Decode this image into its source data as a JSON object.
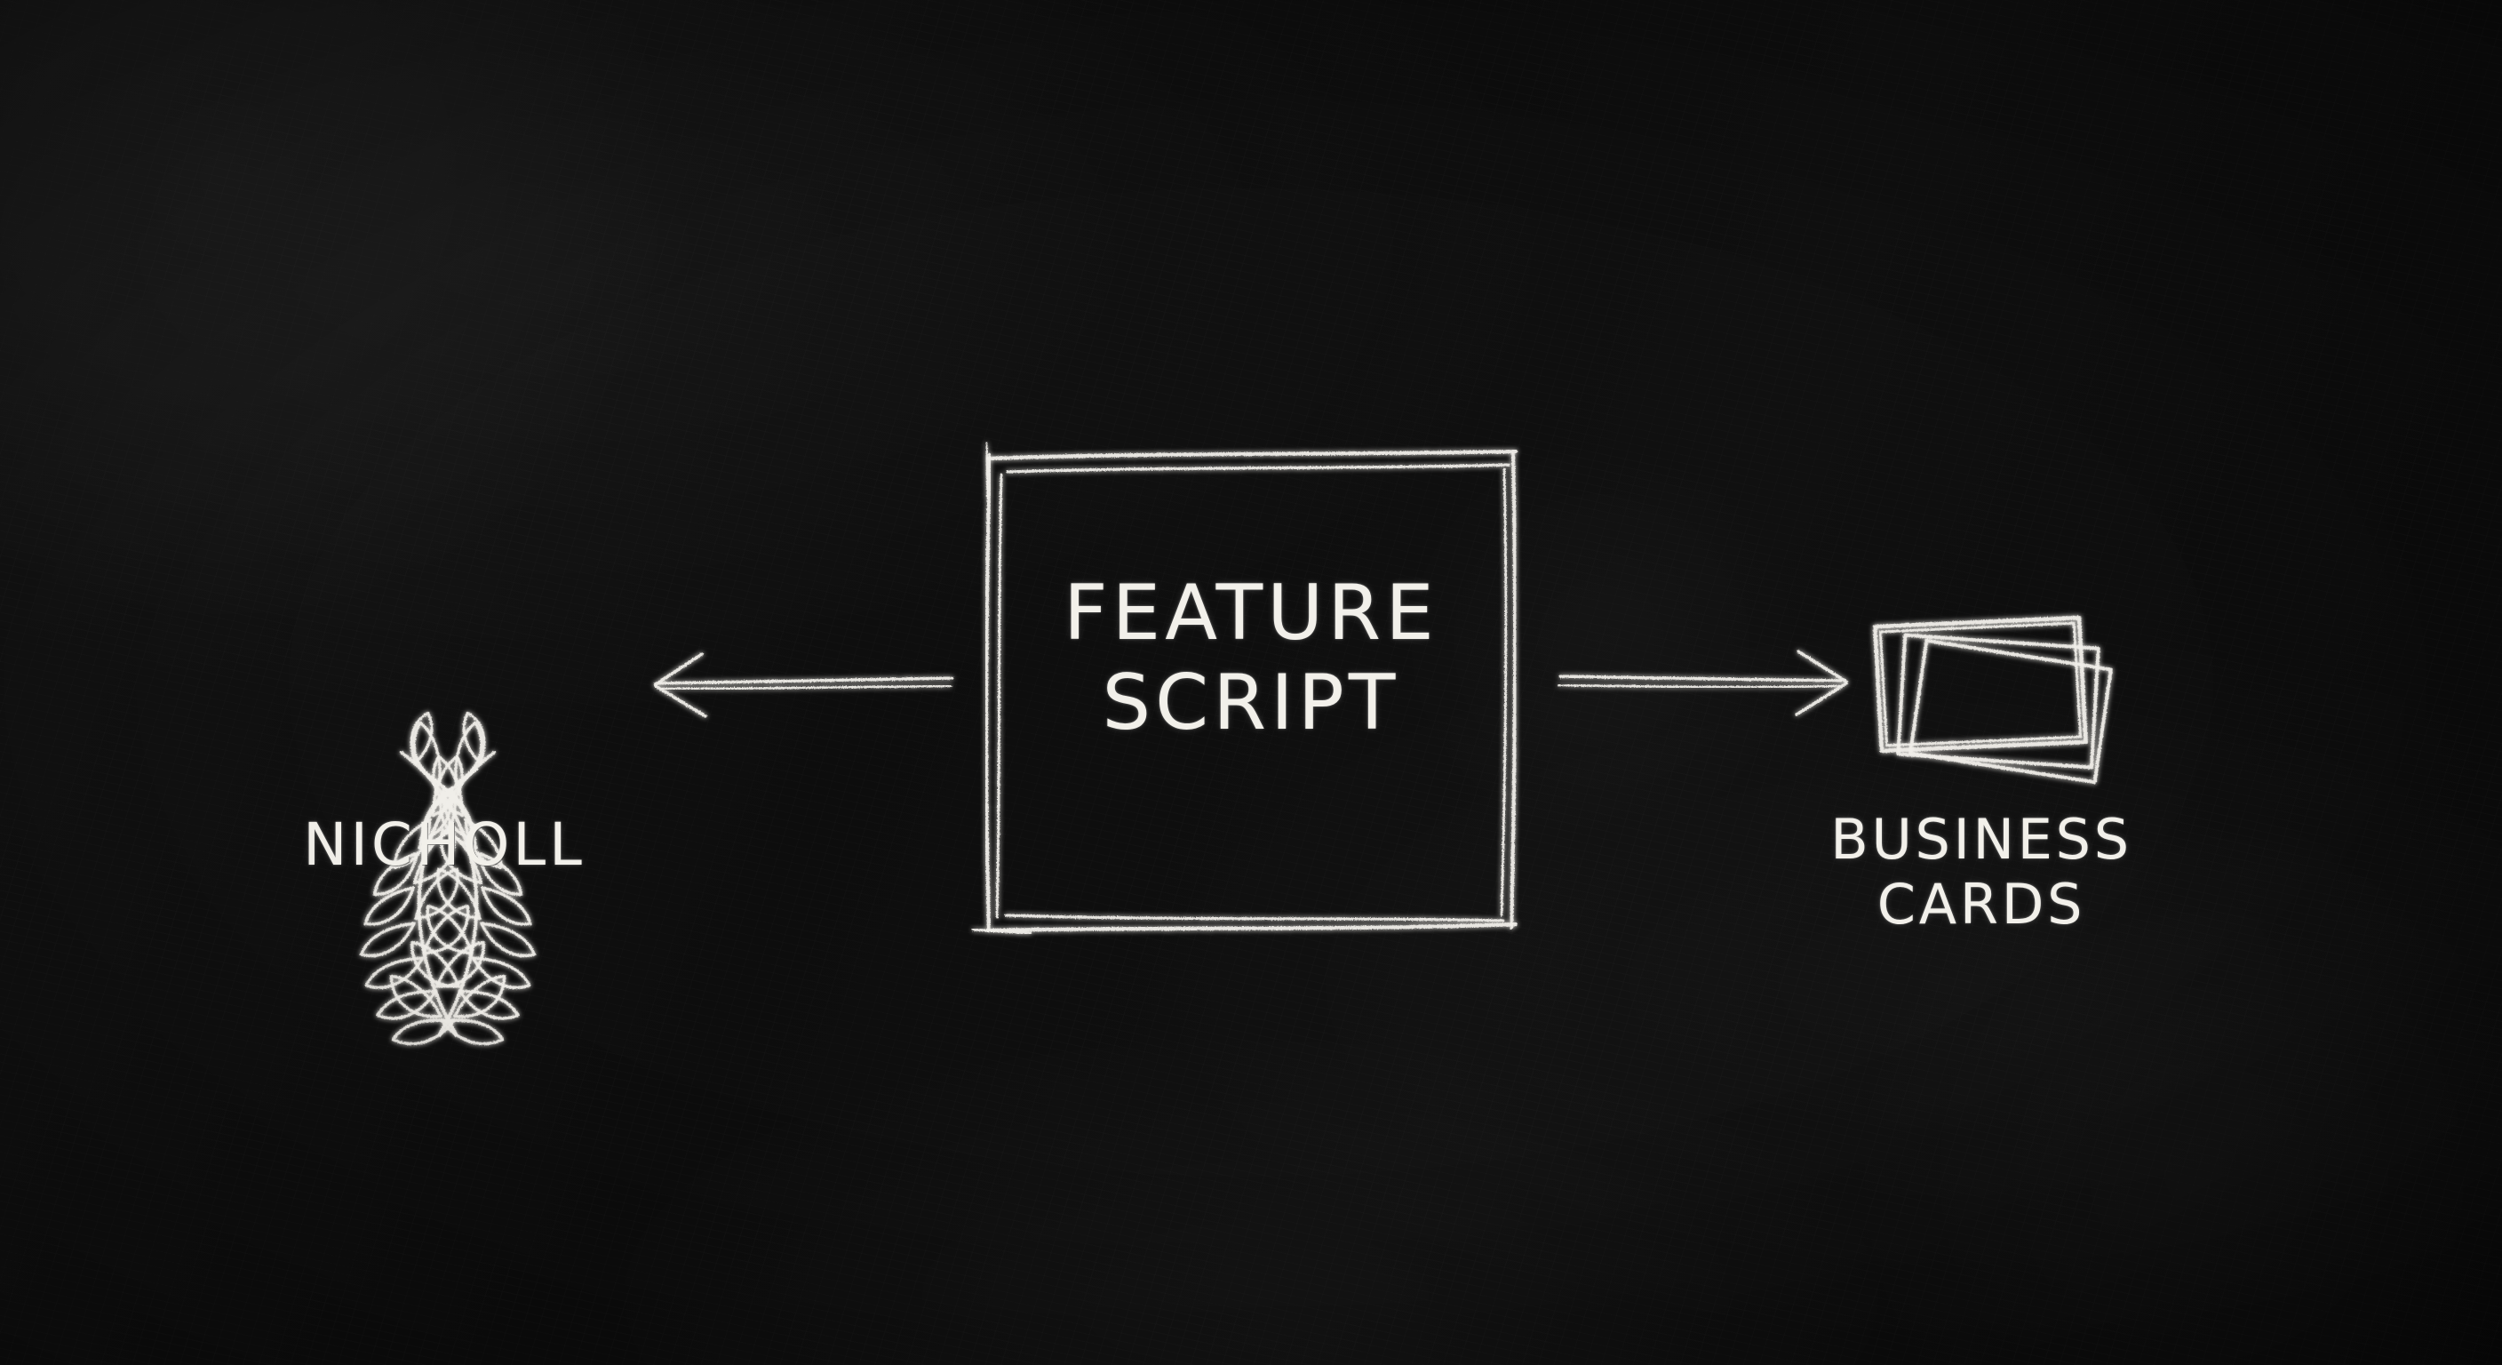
{
  "board": {
    "background_color": "#0d0d0d",
    "chalk_color": "#f0eee9"
  },
  "diagram": {
    "type": "flow",
    "title": "Feature Script outcomes",
    "center": {
      "label_line1": "FEATURE",
      "label_line2": "SCRIPT",
      "shape": "sketched-rectangle"
    },
    "left": {
      "icon_name": "laurel-wreath-icon",
      "label": "NICHOLL"
    },
    "right": {
      "icon_name": "business-cards-stack-icon",
      "label_line1": "BUSINESS",
      "label_line2": "CARDS"
    },
    "arrows": [
      {
        "name": "arrow-to-nicholl",
        "direction": "left",
        "from": "FEATURE SCRIPT",
        "to": "NICHOLL"
      },
      {
        "name": "arrow-to-business-cards",
        "direction": "right",
        "from": "FEATURE SCRIPT",
        "to": "BUSINESS CARDS"
      }
    ]
  }
}
